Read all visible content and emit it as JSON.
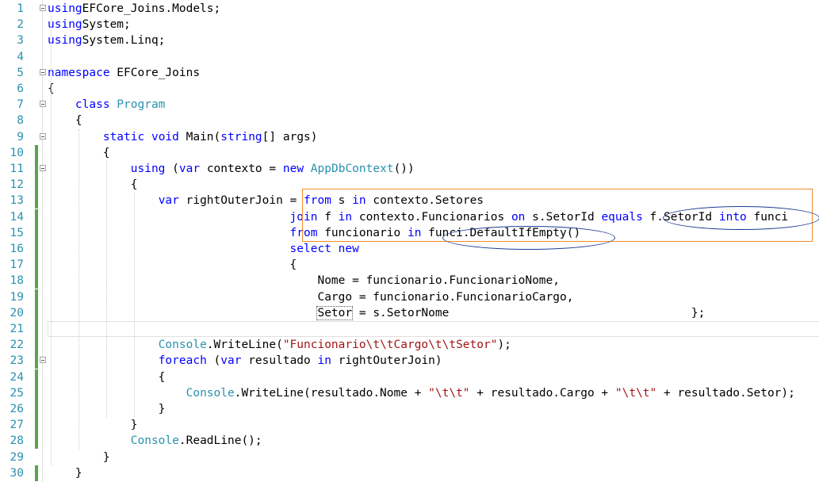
{
  "editor": {
    "lines": [
      {
        "n": "1",
        "tokens": [
          [
            "kw",
            "using"
          ],
          [
            "",
            "EFCore_Joins.Models;"
          ]
        ]
      },
      {
        "n": "2",
        "tokens": [
          [
            "kw",
            "using"
          ],
          [
            "",
            "System;"
          ]
        ]
      },
      {
        "n": "3",
        "tokens": [
          [
            "kw",
            "using"
          ],
          [
            "",
            "System.Linq;"
          ]
        ]
      },
      {
        "n": "4",
        "tokens": []
      },
      {
        "n": "5",
        "tokens": [
          [
            "kw",
            "namespace"
          ],
          [
            "",
            " EFCore_Joins"
          ]
        ]
      },
      {
        "n": "6",
        "tokens": [
          [
            "",
            "{"
          ]
        ]
      },
      {
        "n": "7",
        "tokens": [
          [
            "",
            "    "
          ],
          [
            "kw",
            "class"
          ],
          [
            "",
            ""
          ],
          [
            "ty",
            "Program"
          ]
        ]
      },
      {
        "n": "8",
        "tokens": [
          [
            "",
            "    {"
          ]
        ]
      },
      {
        "n": "9",
        "tokens": [
          [
            "",
            "        "
          ],
          [
            "kw",
            "static"
          ],
          [
            "",
            ""
          ],
          [
            "kw",
            "void"
          ],
          [
            "",
            " Main("
          ],
          [
            "kw",
            "string"
          ],
          [
            "",
            "[] args)"
          ]
        ]
      },
      {
        "n": "10",
        "tokens": [
          [
            "",
            "        {"
          ]
        ]
      },
      {
        "n": "11",
        "tokens": [
          [
            "",
            "            "
          ],
          [
            "kw",
            "using"
          ],
          [
            "",
            " ("
          ],
          [
            "kw",
            "var"
          ],
          [
            "",
            " contexto = "
          ],
          [
            "kw",
            "new"
          ],
          [
            "",
            ""
          ],
          [
            "ty",
            "AppDbContext"
          ],
          [
            "",
            "())"
          ]
        ]
      },
      {
        "n": "12",
        "tokens": [
          [
            "",
            "            {"
          ]
        ]
      },
      {
        "n": "13",
        "tokens": [
          [
            "",
            "                "
          ],
          [
            "kw",
            "var"
          ],
          [
            "",
            " rightOuterJoin = "
          ],
          [
            "kw",
            "from"
          ],
          [
            "",
            " s "
          ],
          [
            "kw",
            "in"
          ],
          [
            "",
            " contexto.Setores"
          ]
        ]
      },
      {
        "n": "14",
        "tokens": [
          [
            "",
            "                                   "
          ],
          [
            "kw",
            "join"
          ],
          [
            "",
            " f "
          ],
          [
            "kw",
            "in"
          ],
          [
            "",
            " contexto.Funcionarios "
          ],
          [
            "kw",
            "on"
          ],
          [
            "",
            " s.SetorId "
          ],
          [
            "kw",
            "equals"
          ],
          [
            "",
            " f.SetorId "
          ],
          [
            "kw",
            "into"
          ],
          [
            "",
            " funci"
          ]
        ]
      },
      {
        "n": "15",
        "tokens": [
          [
            "",
            "                                   "
          ],
          [
            "kw",
            "from"
          ],
          [
            "",
            " funcionario "
          ],
          [
            "kw",
            "in"
          ],
          [
            "",
            " funci.DefaultIfEmpty()"
          ]
        ]
      },
      {
        "n": "16",
        "tokens": [
          [
            "",
            "                                   "
          ],
          [
            "kw",
            "select"
          ],
          [
            "",
            ""
          ],
          [
            "kw",
            "new"
          ]
        ]
      },
      {
        "n": "17",
        "tokens": [
          [
            "",
            "                                   {"
          ]
        ]
      },
      {
        "n": "18",
        "tokens": [
          [
            "",
            "                                       Nome = funcionario.FuncionarioNome,"
          ]
        ]
      },
      {
        "n": "19",
        "tokens": [
          [
            "",
            "                                       Cargo = funcionario.FuncionarioCargo,"
          ]
        ]
      },
      {
        "n": "20",
        "tokens": [
          [
            "",
            "                                       "
          ],
          [
            "setor",
            "Setor"
          ],
          [
            "",
            " = s.SetorNome                                   };"
          ]
        ]
      },
      {
        "n": "21",
        "tokens": []
      },
      {
        "n": "22",
        "tokens": [
          [
            "",
            "                "
          ],
          [
            "ty",
            "Console"
          ],
          [
            "",
            ".WriteLine("
          ],
          [
            "st",
            "\"Funcionario\\t\\tCargo\\t\\tSetor\""
          ],
          [
            "",
            ");"
          ]
        ]
      },
      {
        "n": "23",
        "tokens": [
          [
            "",
            "                "
          ],
          [
            "kw",
            "foreach"
          ],
          [
            "",
            " ("
          ],
          [
            "kw",
            "var"
          ],
          [
            "",
            " resultado "
          ],
          [
            "kw",
            "in"
          ],
          [
            "",
            " rightOuterJoin)"
          ]
        ]
      },
      {
        "n": "24",
        "tokens": [
          [
            "",
            "                {"
          ]
        ]
      },
      {
        "n": "25",
        "tokens": [
          [
            "",
            "                    "
          ],
          [
            "ty",
            "Console"
          ],
          [
            "",
            ".WriteLine(resultado.Nome + "
          ],
          [
            "st",
            "\"\\t\\t\""
          ],
          [
            "",
            " + resultado.Cargo + "
          ],
          [
            "st",
            "\"\\t\\t\""
          ],
          [
            "",
            " + resultado.Setor);"
          ]
        ]
      },
      {
        "n": "26",
        "tokens": [
          [
            "",
            "                }"
          ]
        ]
      },
      {
        "n": "27",
        "tokens": [
          [
            "",
            "            }"
          ]
        ]
      },
      {
        "n": "28",
        "tokens": [
          [
            "",
            "            "
          ],
          [
            "ty",
            "Console"
          ],
          [
            "",
            ".ReadLine();"
          ]
        ]
      },
      {
        "n": "29",
        "tokens": [
          [
            "",
            "        }"
          ]
        ]
      },
      {
        "n": "30",
        "tokens": [
          [
            "",
            "    }"
          ]
        ]
      }
    ],
    "changed_lines": [
      "10",
      "11",
      "12",
      "13",
      "14",
      "15",
      "16",
      "17",
      "18",
      "19",
      "20",
      "21",
      "22",
      "23",
      "24",
      "25",
      "26",
      "27",
      "28",
      "30"
    ],
    "fold_lines": [
      "1",
      "5",
      "7",
      "9",
      "11",
      "23"
    ],
    "colors": {
      "keyword": "#0000ff",
      "type": "#2b91af",
      "string": "#a31515",
      "line_number": "#2b91af",
      "change_bar": "#57a64a",
      "highlight_box": "#f08c28",
      "ellipse": "#1e3c96"
    }
  }
}
